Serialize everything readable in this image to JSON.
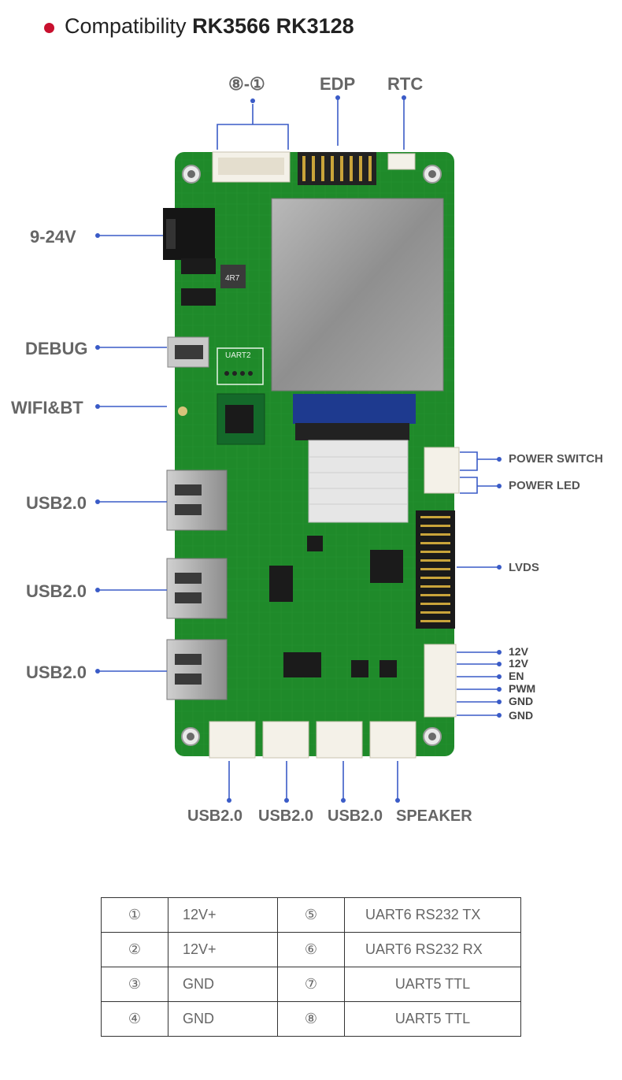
{
  "header": {
    "prefix": "Compatibility",
    "models": "RK3566 RK3128"
  },
  "labels": {
    "top_connector": "⑧-①",
    "edp": "EDP",
    "rtc": "RTC",
    "power_in": "9-24V",
    "debug": "DEBUG",
    "wifi_bt": "WIFI&BT",
    "usb_left_1": "USB2.0",
    "usb_left_2": "USB2.0",
    "usb_left_3": "USB2.0",
    "power_switch": "POWER SWITCH",
    "power_led": "POWER LED",
    "lvds": "LVDS",
    "bl_12v_a": "12V",
    "bl_12v_b": "12V",
    "bl_en": "EN",
    "bl_pwm": "PWM",
    "bl_gnd_a": "GND",
    "bl_gnd_b": "GND",
    "bottom_usb_1": "USB2.0",
    "bottom_usb_2": "USB2.0",
    "bottom_usb_3": "USB2.0",
    "bottom_speaker": "SPEAKER",
    "uart2_silk": "UART2",
    "inductor_silk": "4R7"
  },
  "pin_table": [
    {
      "pin_a": "①",
      "val_a": "12V+",
      "pin_b": "⑤",
      "val_b": "UART6  RS232 TX"
    },
    {
      "pin_a": "②",
      "val_a": "12V+",
      "pin_b": "⑥",
      "val_b": "UART6  RS232 RX"
    },
    {
      "pin_a": "③",
      "val_a": "GND",
      "pin_b": "⑦",
      "val_b": "UART5 TTL"
    },
    {
      "pin_a": "④",
      "val_a": "GND",
      "pin_b": "⑧",
      "val_b": "UART5 TTL"
    }
  ],
  "colors": {
    "accent_dot": "#c8102e",
    "pointer_line": "#3a5bc7",
    "pcb_green": "#1f8a2a",
    "shield_silver": "#9a9a9a"
  }
}
